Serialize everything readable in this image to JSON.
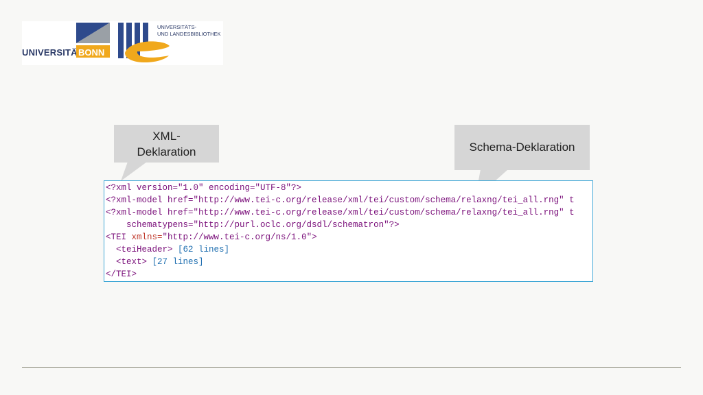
{
  "logo": {
    "university_name": "UNIVERSITÄT",
    "university_city": "BONN",
    "library_line1": "UNIVERSITÄTS-",
    "library_line2": "UND LANDESBIBLIOTHEK"
  },
  "callouts": {
    "xml_declaration": "XML-\nDeklaration",
    "schema_declaration": "Schema-Deklaration"
  },
  "code": {
    "line1_tag": "<?xml",
    "line1_rest": " version=\"1.0\" encoding=\"UTF-8\"?>",
    "line2": "<?xml-model href=\"http://www.tei-c.org/release/xml/tei/custom/schema/relaxng/tei_all.rng\" t",
    "line3": "<?xml-model href=\"http://www.tei-c.org/release/xml/tei/custom/schema/relaxng/tei_all.rng\" t",
    "line4": "    schematypens=\"http://purl.oclc.org/dsdl/schematron\"?>",
    "line5_tag": "<TEI",
    "line5_attr": " xmlns=",
    "line5_val": "\"http://www.tei-c.org/ns/1.0\">",
    "line6_tag": "  <teiHeader>",
    "line6_info": " [62 lines]",
    "line7_tag": "  <text>",
    "line7_info": " [27 lines]",
    "line8": "</TEI>"
  },
  "colors": {
    "code_border": "#3fa7d6",
    "callout_bg": "#d6d6d6",
    "logo_blue": "#2b3a67",
    "logo_orange": "#f0a81c"
  }
}
